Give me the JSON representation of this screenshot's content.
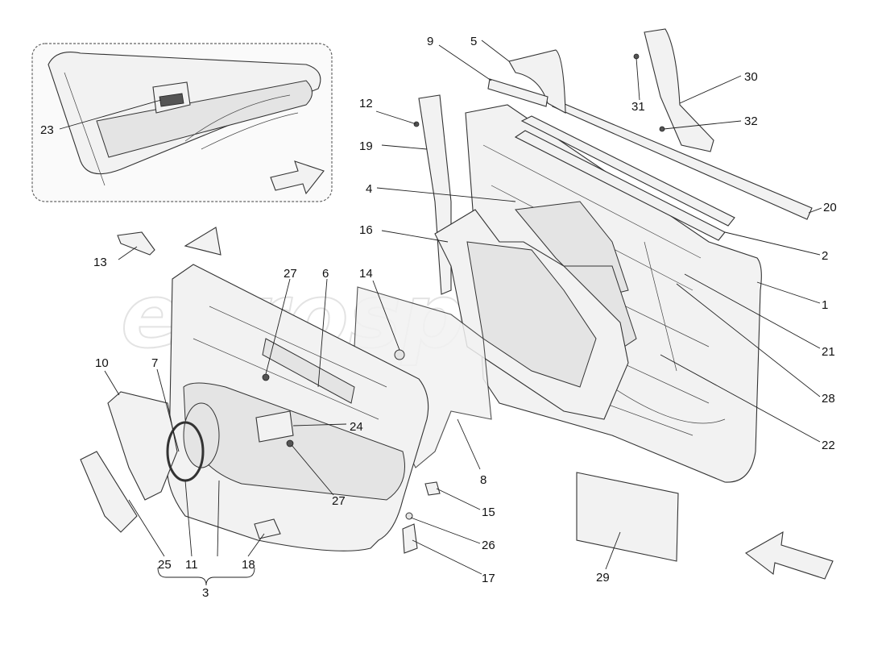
{
  "callouts": [
    {
      "id": "c1",
      "text": "1"
    },
    {
      "id": "c2",
      "text": "2"
    },
    {
      "id": "c3",
      "text": "3"
    },
    {
      "id": "c4",
      "text": "4"
    },
    {
      "id": "c5",
      "text": "5"
    },
    {
      "id": "c6",
      "text": "6"
    },
    {
      "id": "c7",
      "text": "7"
    },
    {
      "id": "c8",
      "text": "8"
    },
    {
      "id": "c9",
      "text": "9"
    },
    {
      "id": "c10",
      "text": "10"
    },
    {
      "id": "c11",
      "text": "11"
    },
    {
      "id": "c12",
      "text": "12"
    },
    {
      "id": "c13",
      "text": "13"
    },
    {
      "id": "c14",
      "text": "14"
    },
    {
      "id": "c15",
      "text": "15"
    },
    {
      "id": "c16",
      "text": "16"
    },
    {
      "id": "c17",
      "text": "17"
    },
    {
      "id": "c18",
      "text": "18"
    },
    {
      "id": "c19",
      "text": "19"
    },
    {
      "id": "c20",
      "text": "20"
    },
    {
      "id": "c21",
      "text": "21"
    },
    {
      "id": "c22",
      "text": "22"
    },
    {
      "id": "c23",
      "text": "23"
    },
    {
      "id": "c24",
      "text": "24"
    },
    {
      "id": "c25",
      "text": "25"
    },
    {
      "id": "c26",
      "text": "26"
    },
    {
      "id": "c27a",
      "text": "27"
    },
    {
      "id": "c27b",
      "text": "27"
    },
    {
      "id": "c28",
      "text": "28"
    },
    {
      "id": "c29",
      "text": "29"
    },
    {
      "id": "c30",
      "text": "30"
    },
    {
      "id": "c31",
      "text": "31"
    },
    {
      "id": "c32",
      "text": "32"
    }
  ],
  "watermark": "eurospares",
  "icons": [
    "direction-arrow-icon",
    "inset-direction-arrow-icon"
  ]
}
